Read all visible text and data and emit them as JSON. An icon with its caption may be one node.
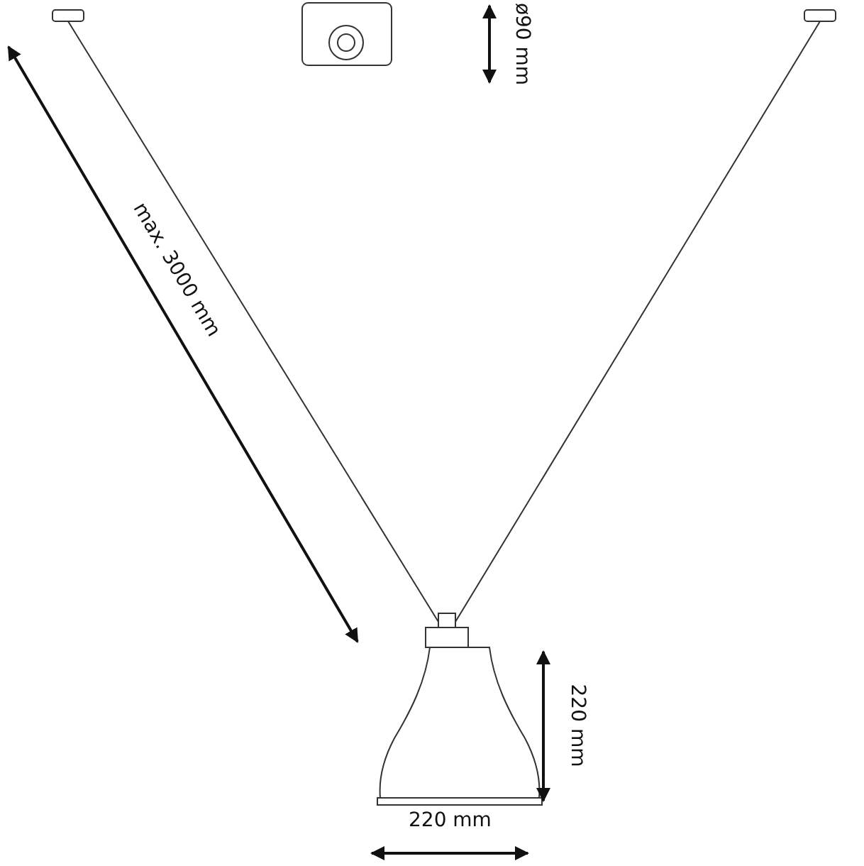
{
  "diagram": {
    "labels": [
      "ø90 mm",
      "max. 3000 mm",
      "220 mm",
      "220 mm"
    ]
  }
}
